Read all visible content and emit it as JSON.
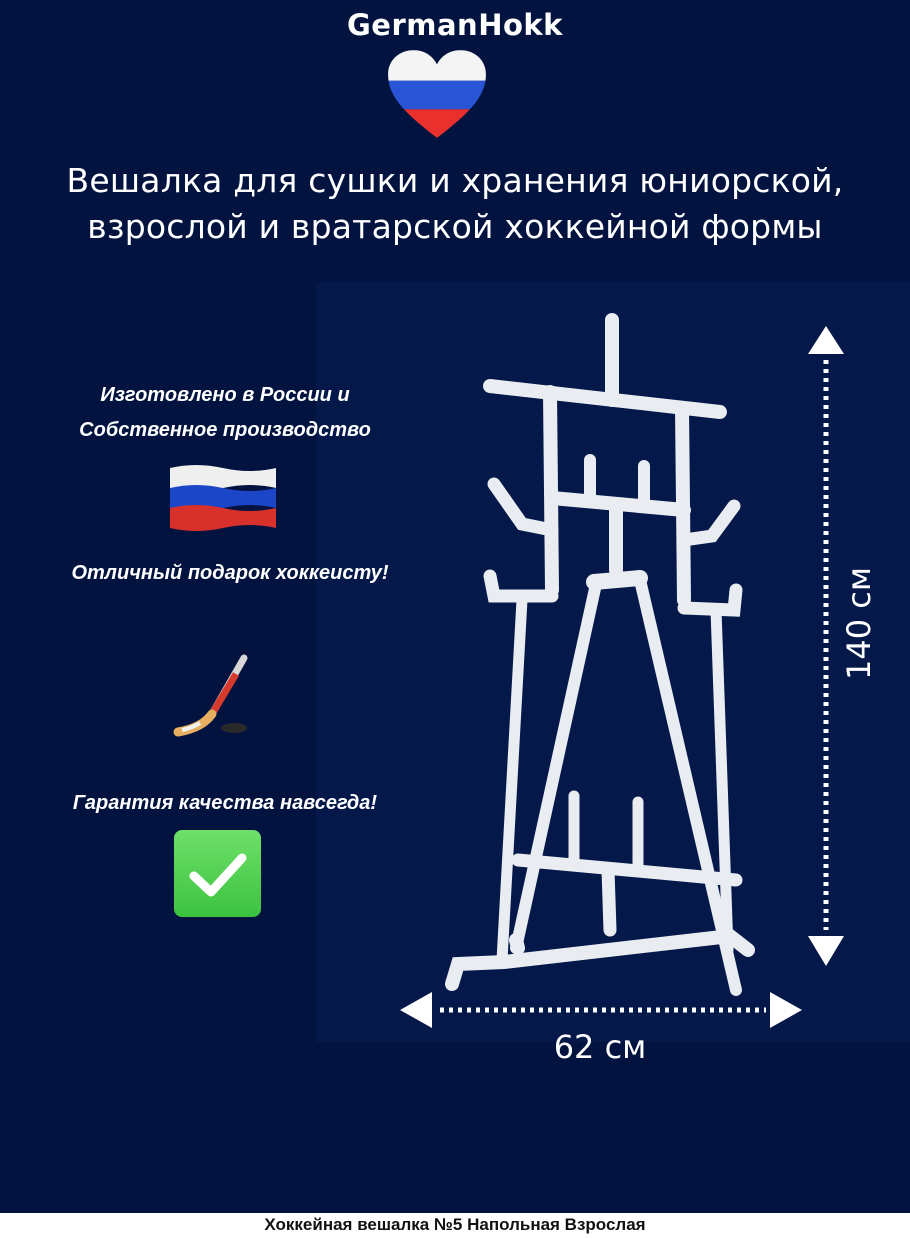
{
  "poster": {
    "brand": "GermanHokk",
    "heart_icon": "russia-flag-heart-icon",
    "headline_line1": "Вешалка для сушки и хранения юниорской,",
    "headline_line2": "взрослой и вратарской хоккейной формы",
    "features": [
      {
        "line1": "Изготовлено в России и",
        "line2": "Собственное производство",
        "icon": "russia-flag-icon"
      },
      {
        "line1": "Отличный подарок хоккеисту!",
        "icon": "hockey-stick-puck-icon"
      },
      {
        "line1": "Гарантия качества навсегда!",
        "icon": "green-checkmark-icon"
      }
    ],
    "dimensions": {
      "height_label": "140 см",
      "width_label": "62 см"
    },
    "colors": {
      "background": "#02133f",
      "text": "#ffffff",
      "check_green": "#4ccf4a",
      "flag_blue": "#1c46c8",
      "flag_red": "#e0302c"
    }
  },
  "caption": "Хоккейная вешалка №5 Напольная Взрослая"
}
